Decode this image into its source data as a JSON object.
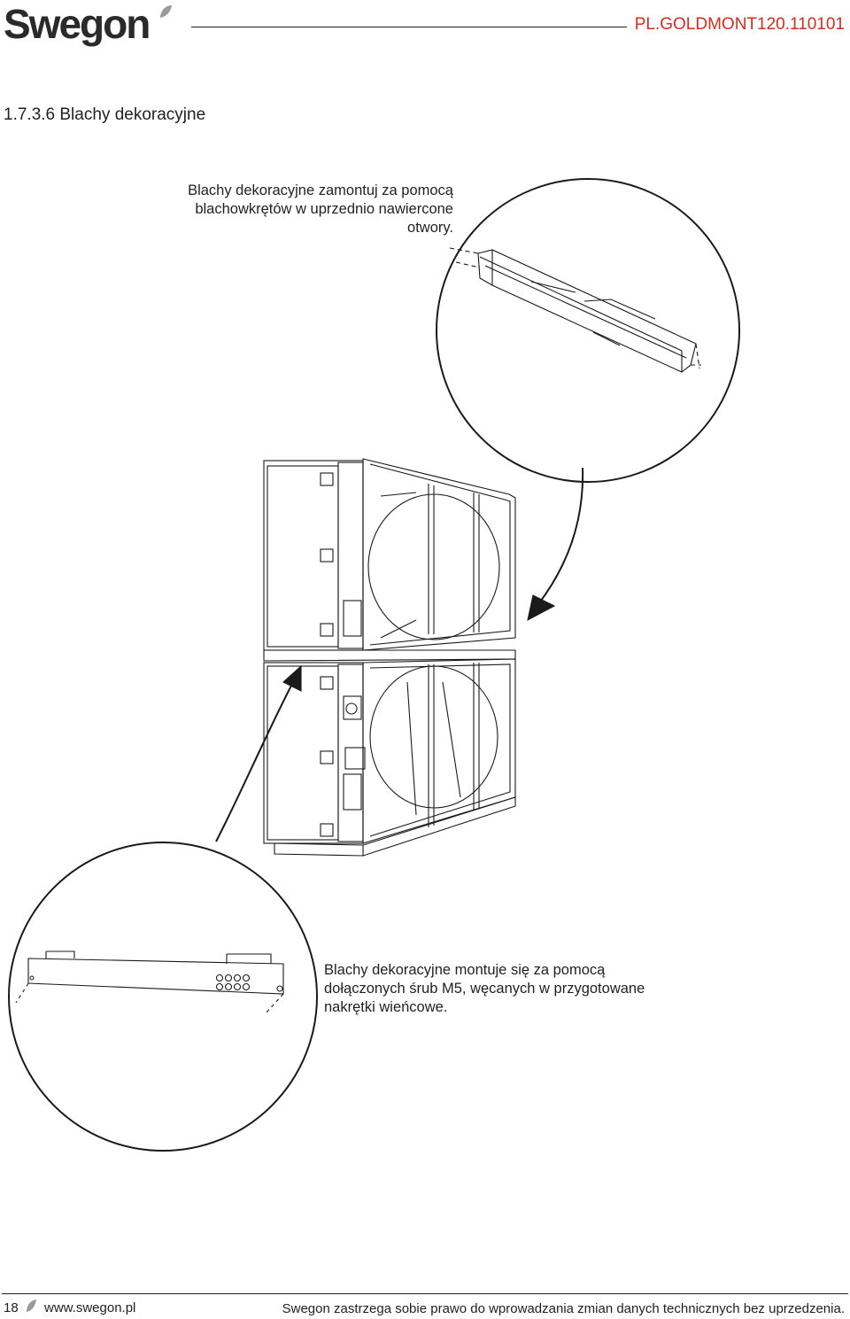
{
  "header": {
    "logo_text": "Swegon",
    "doc_code": "PL.GOLDMONT120.110101"
  },
  "section": {
    "title": "1.7.3.6 Blachy dekoracyjne"
  },
  "notes": {
    "top": "Blachy dekoracyjne zamontuj za pomocą blachowkrętów w uprzednio nawiercone otwory.",
    "bottom": "Blachy dekoracyjne montuje się za pomocą dołączonych śrub M5, węcanych w przygotowane nakrętki wieńcowe."
  },
  "footer": {
    "page_number": "18",
    "website": "www.swegon.pl",
    "disclaimer": "Swegon zastrzega sobie prawo do wprowadzania zmian danych technicznych bez uprzedzenia."
  },
  "colors": {
    "accent": "#d62c1e",
    "text": "#231f20",
    "leaf": "#9a9a9a"
  }
}
